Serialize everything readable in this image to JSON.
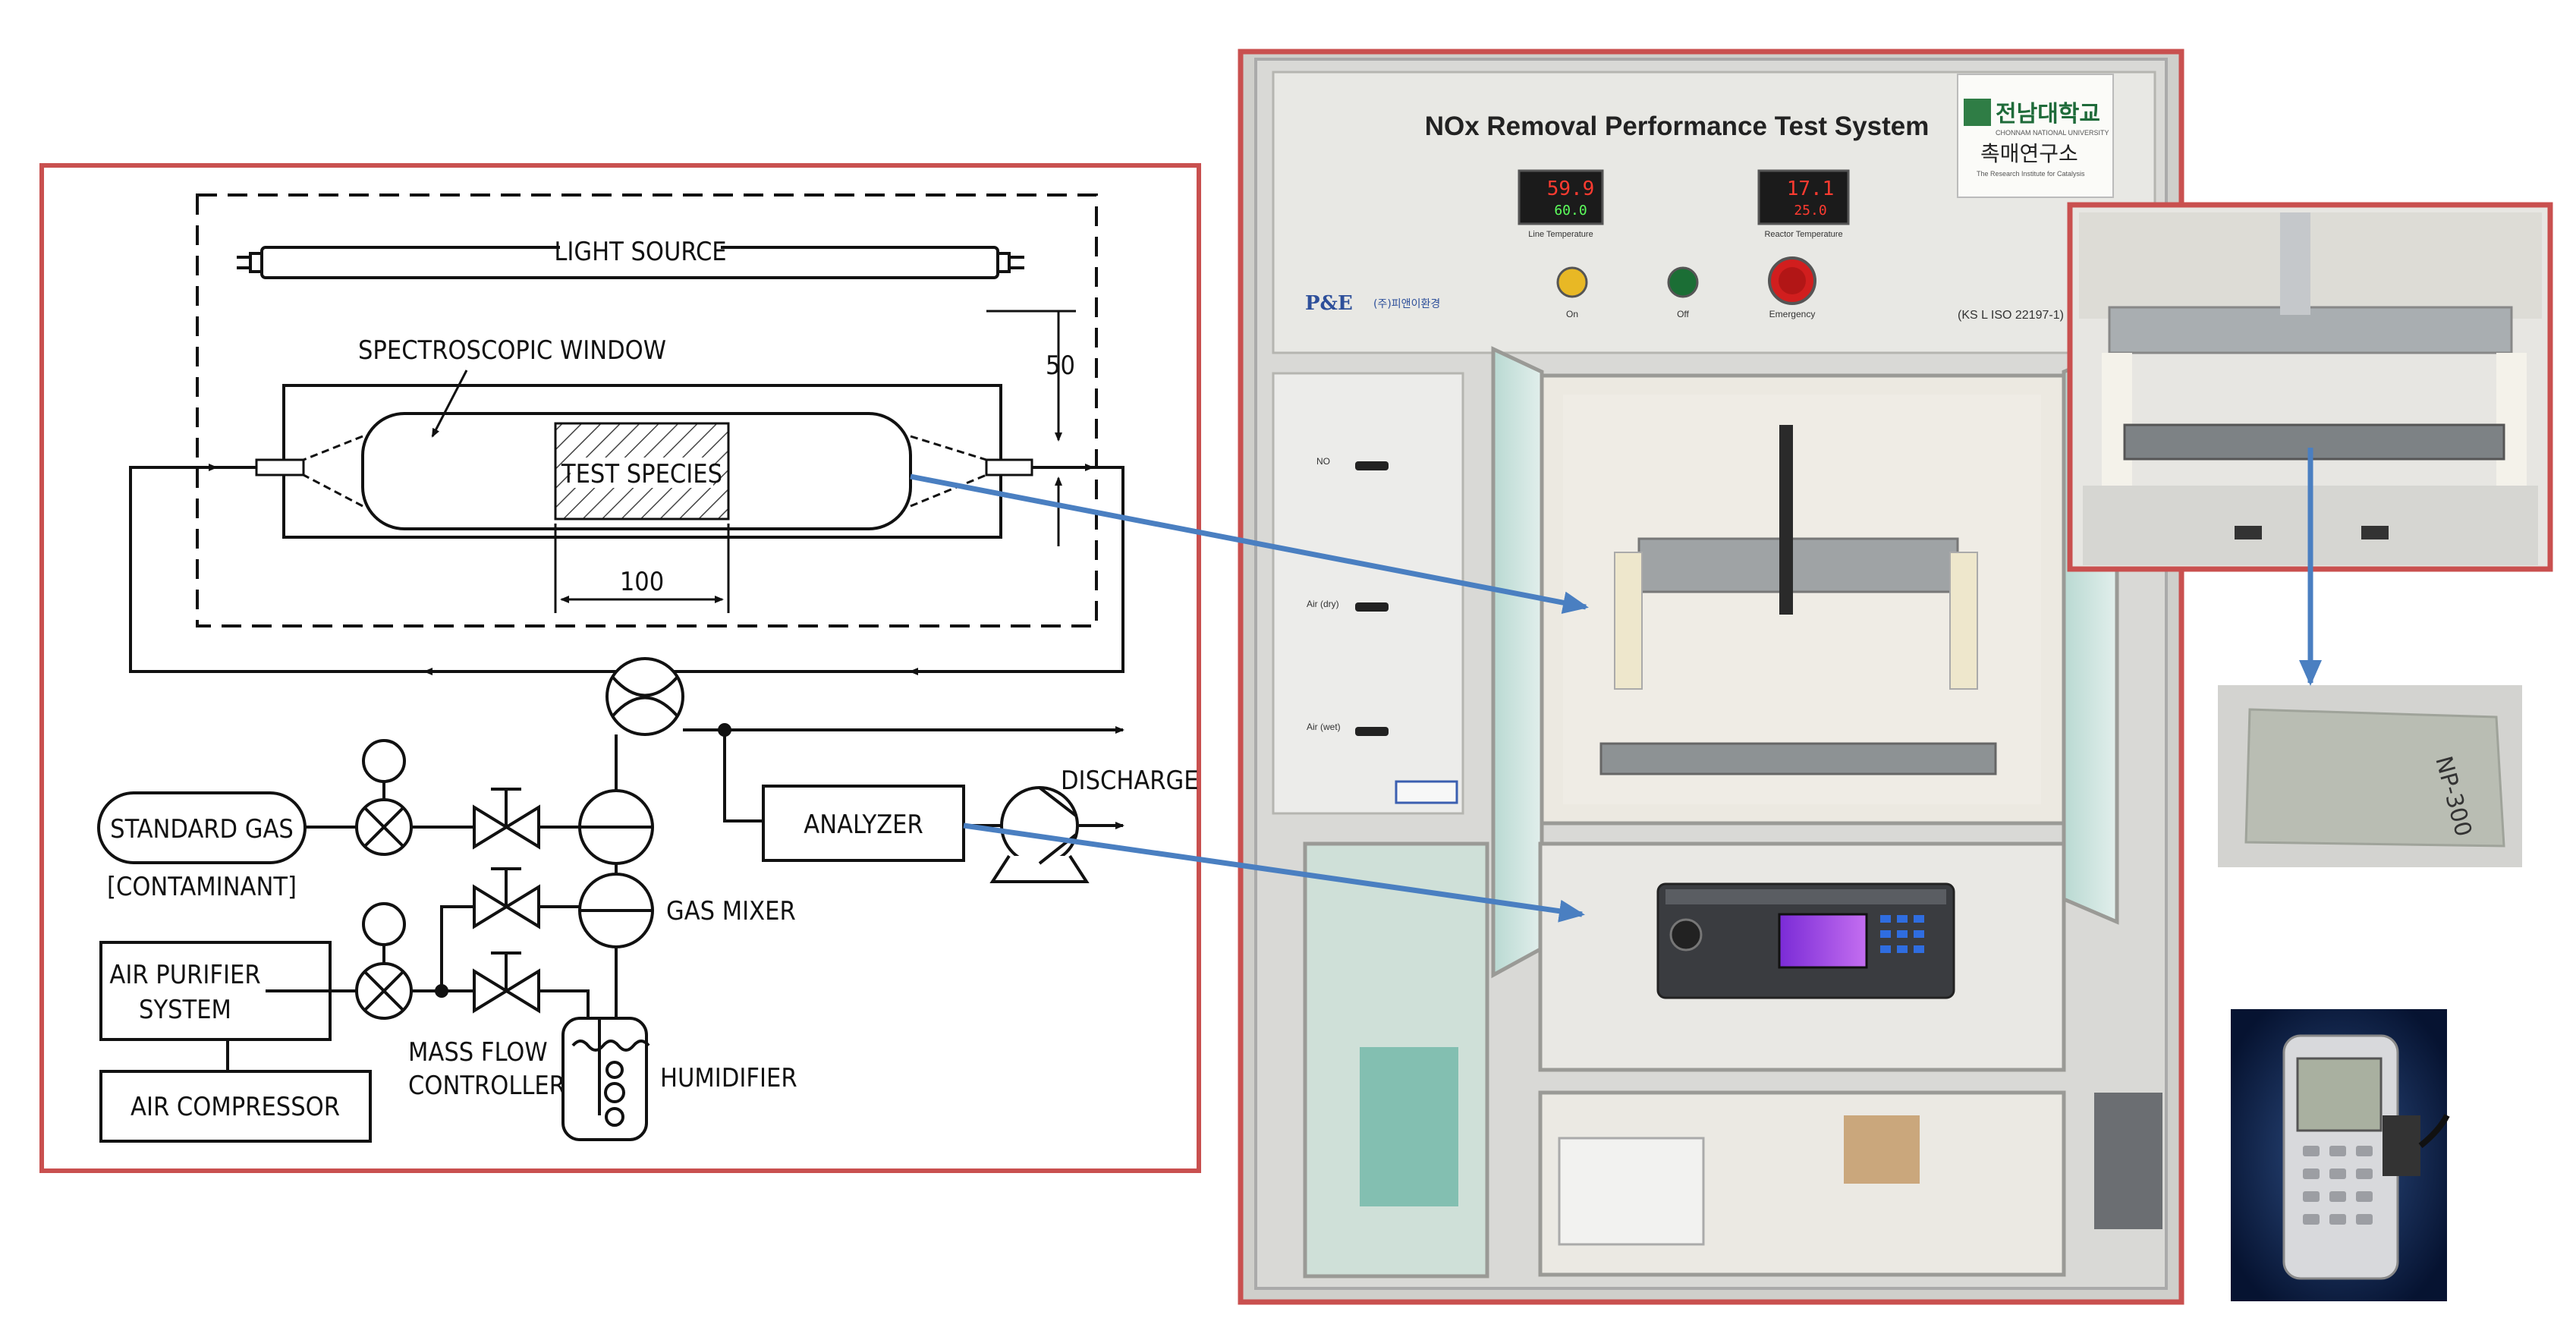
{
  "schematic": {
    "light_source": "LIGHT SOURCE",
    "spectroscopic_window": "SPECTROSCOPIC WINDOW",
    "test_species": "TEST SPECIES",
    "dim_length": "100",
    "dim_height": "50",
    "standard_gas": "STANDARD GAS",
    "contaminant": "[CONTAMINANT]",
    "analyzer": "ANALYZER",
    "discharge": "DISCHARGE",
    "gas_mixer": "GAS MIXER",
    "air_purifier_line1": "AIR PURIFIER",
    "air_purifier_line2": "SYSTEM",
    "air_compressor": "AIR COMPRESSOR",
    "mass_flow_line1": "MASS FLOW",
    "mass_flow_line2": "CONTROLLER",
    "humidifier": "HUMIDIFIER"
  },
  "apparatus": {
    "title": "NOx Removal Performance Test System",
    "university": "전남대학교",
    "university_sub": "CHONNAM NATIONAL UNIVERSITY",
    "lab": "촉매연구소",
    "lab_sub": "The Research Institute for Catalysis",
    "company_logo": "P&E",
    "company_name": "(주)피앤이환경",
    "standard": "(KS L ISO 22197-1)",
    "display1_top": "59.9",
    "display1_bottom": "60.0",
    "display1_label": "Line Temperature",
    "display2_top": "17.1",
    "display2_bottom": "25.0",
    "display2_label": "Reactor Temperature",
    "btn_on": "On",
    "btn_off": "Off",
    "btn_emergency": "Emergency",
    "valve1": "NO",
    "valve2": "Air (dry)",
    "valve3": "Air (wet)",
    "specimen_label": "NP-300",
    "colors": {
      "frame": "#c9504f",
      "arrow": "#4a7fc1",
      "cabinet": "#d9d9d6",
      "panel": "#e8e8e4"
    }
  }
}
